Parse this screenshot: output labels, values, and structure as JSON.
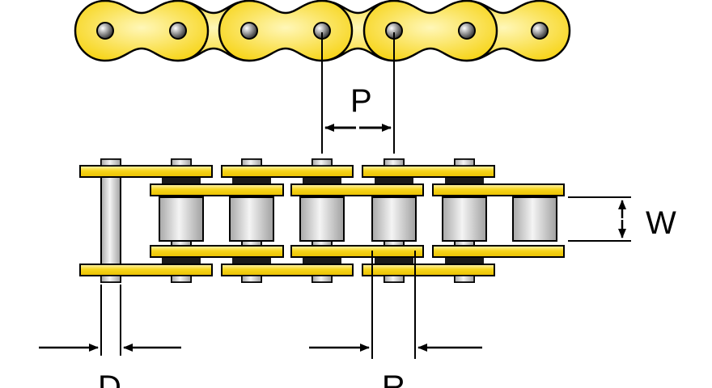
{
  "diagram": {
    "labels": {
      "pitch": "P",
      "inner_width": "W",
      "roller_diameter": "R",
      "pin_diameter": "D"
    },
    "colors": {
      "plate_gold": "#f7d51c",
      "plate_highlight": "#fff7b8",
      "roller_gray": "#c8c8c8",
      "roller_highlight": "#f4f4f4",
      "bushing_black": "#1a1a1a",
      "outline": "#000000"
    }
  }
}
